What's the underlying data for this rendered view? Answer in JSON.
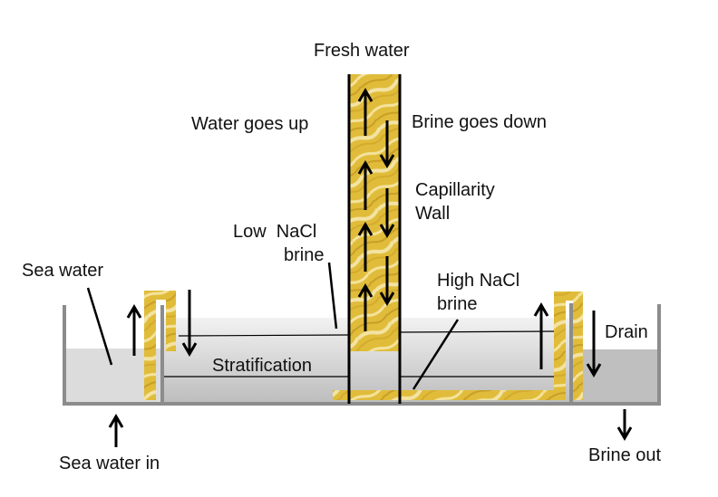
{
  "diagram": {
    "title": "Capillarity wall desalination",
    "colors": {
      "sea_water": "#dcdcdc",
      "brine_basin_top": "#efefef",
      "brine_basin_bottom": "#c2c2c2",
      "drain_water": "#bfbfbf",
      "tank_wall": "#8c8c8c",
      "wick": "#e2bf3a",
      "wick_light": "#f3e3a3",
      "wick_dark": "#c9a02a"
    },
    "labels": {
      "fresh_water": "Fresh water",
      "water_goes_up": "Water goes up",
      "brine_goes_down": "Brine goes down",
      "capillarity_line1": "Capillarity",
      "capillarity_line2": "Wall",
      "low_nacl_line1": "Low  NaCl",
      "low_nacl_line2": "brine",
      "high_nacl_line1": "High NaCl",
      "high_nacl_line2": "brine",
      "sea_water": "Sea water",
      "stratification": "Stratification",
      "drain": "Drain",
      "sea_water_in": "Sea water in",
      "brine_out": "Brine out"
    },
    "arrows": {
      "sea_water_in": "up",
      "brine_out": "down",
      "left_siphon_up": "up",
      "left_siphon_down": "down",
      "right_siphon_up": "up",
      "drain_down": "down",
      "wall_water": "up",
      "wall_brine": "down"
    }
  }
}
